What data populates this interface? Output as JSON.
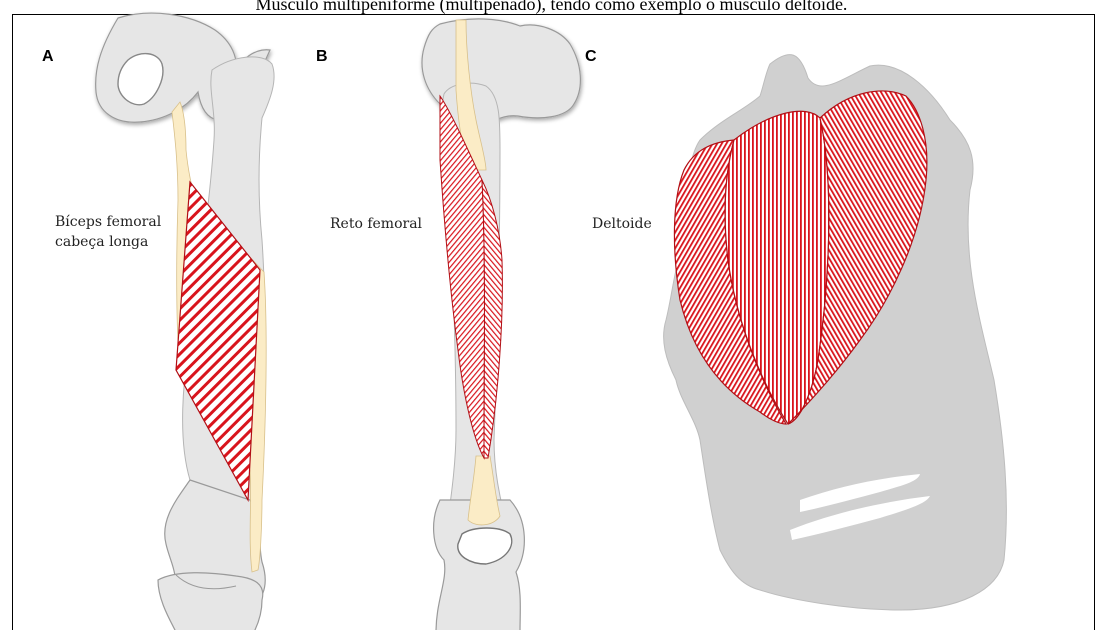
{
  "caption": "Músculo multipeniforme (multipenado), tendo como exemplo o músculo deltoide.",
  "panels": [
    {
      "letter": "A",
      "label_lines": [
        "Bíceps femoral",
        "cabeça longa"
      ]
    },
    {
      "letter": "B",
      "label_lines": [
        "Reto femoral"
      ]
    },
    {
      "letter": "C",
      "label_lines": [
        "Deltoide"
      ]
    }
  ],
  "colors": {
    "bone": "#e6e6e6",
    "bone_outline": "#9a9a9a",
    "tendon": "#fbecc6",
    "muscle": "#d9141c",
    "shoulder_silhouette": "#d0d0d0"
  }
}
